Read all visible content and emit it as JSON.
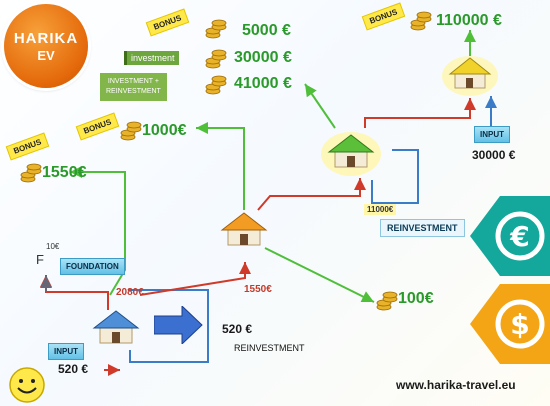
{
  "brand": {
    "line1": "HARIKA",
    "line2": "EV"
  },
  "bonus_labels": [
    "BONUS",
    "BONUS",
    "BONUS",
    "BONUS"
  ],
  "amounts": {
    "top_right": "110000 €",
    "bonus_5000": "5000 €",
    "investment_30000": "30000 €",
    "inv_reinv_41000": "41000 €",
    "bonus_1000": "1000€",
    "bonus_1550": "1550€",
    "payout_100": "100€",
    "top_input": "30000 €",
    "mid_reinvest": "11000€",
    "seg_2080": "2080€",
    "seg_1550": "1550€",
    "seg_10": "10€",
    "reinv_520": "520 €",
    "input_520": "520 €"
  },
  "labels": {
    "investment": "investment",
    "inv_reinv_line1": "INVESTMENT +",
    "inv_reinv_line2": "REINVESTMENT",
    "input_top": "INPUT",
    "input_bottom": "INPUT",
    "foundation": "FOUNDATION",
    "reinvestment_right": "REINVESTMENT",
    "reinvestment_bottom": "REINVESTMENT",
    "f_mark": "F"
  },
  "footer": {
    "url": "www.harika-travel.eu"
  },
  "icons": [
    "coin-stack-icon",
    "house-icon",
    "euro-icon",
    "dollar-icon",
    "smiley-icon",
    "right-arrow-icon"
  ],
  "colors": {
    "green": "#2a9a2a",
    "red": "#c23a2b",
    "blue": "#3a7cc7",
    "orange": "#f39c12",
    "teal": "#14a89c"
  }
}
